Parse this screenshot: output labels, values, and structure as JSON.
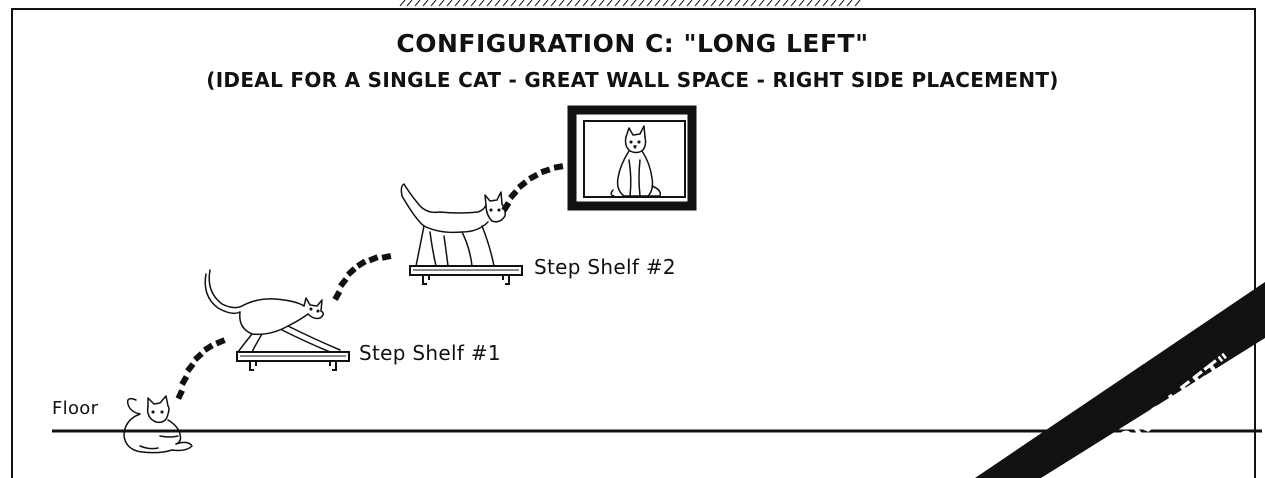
{
  "diagram": {
    "title": "CONFIGURATION C: \"LONG LEFT\"",
    "subtitle": "(IDEAL FOR A SINGLE CAT - GREAT WALL SPACE - RIGHT SIDE PLACEMENT)",
    "labels": {
      "floor": "Floor",
      "shelf1": "Step Shelf #1",
      "shelf2": "Step Shelf #2"
    },
    "banner": "\"LONG LEFT\"",
    "colors": {
      "ink": "#111111",
      "background": "#ffffff"
    }
  }
}
